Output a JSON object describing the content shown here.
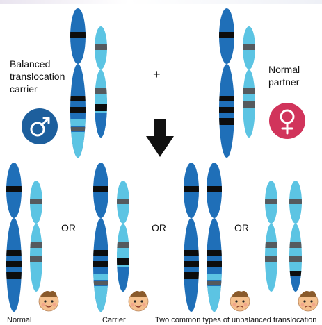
{
  "parents": {
    "male_label": "Balanced\ntranslocation\ncarrier",
    "female_label": "Normal\npartner",
    "plus_sign": "+",
    "male_symbol": "male-symbol-icon",
    "female_symbol": "female-symbol-icon"
  },
  "separators": [
    "OR",
    "OR",
    "OR"
  ],
  "outcomes": {
    "normal": "Normal",
    "carrier": "Carrier",
    "unbalanced": "Two common types of unbalanced translocation"
  },
  "colors": {
    "dark_blue": "#1f6fb8",
    "light_blue": "#5cc4e3",
    "band_black": "#0d0d0d",
    "band_grey": "#555a5e",
    "male_circle": "#1d5f9d",
    "female_circle": "#d1345b",
    "arrow": "#111111"
  }
}
